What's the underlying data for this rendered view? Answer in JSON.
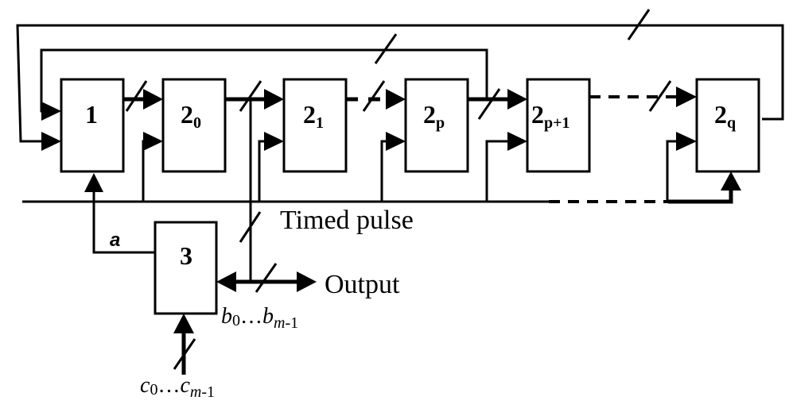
{
  "diagram": {
    "blocks": [
      {
        "id": "1",
        "label": "1",
        "sub": ""
      },
      {
        "id": "2_0",
        "label": "2",
        "sub": "0"
      },
      {
        "id": "2_1",
        "label": "2",
        "sub": "1"
      },
      {
        "id": "2_p",
        "label": "2",
        "sub": "p"
      },
      {
        "id": "2_p+1",
        "label": "2",
        "sub": "p+1"
      },
      {
        "id": "2_q",
        "label": "2",
        "sub": "q"
      },
      {
        "id": "3",
        "label": "3",
        "sub": ""
      }
    ],
    "labels": {
      "timed_pulse": "Timed pulse",
      "output": "Output",
      "a": "a",
      "b_start": "b",
      "b_start_sub": "0",
      "b_dots": "…",
      "b_end": "b",
      "b_end_sub": "m",
      "b_end_suffix": "-1",
      "c_start": "c",
      "c_start_sub": "0",
      "c_dots": "…",
      "c_end": "c",
      "c_end_sub": "m",
      "c_end_suffix": "-1"
    }
  }
}
